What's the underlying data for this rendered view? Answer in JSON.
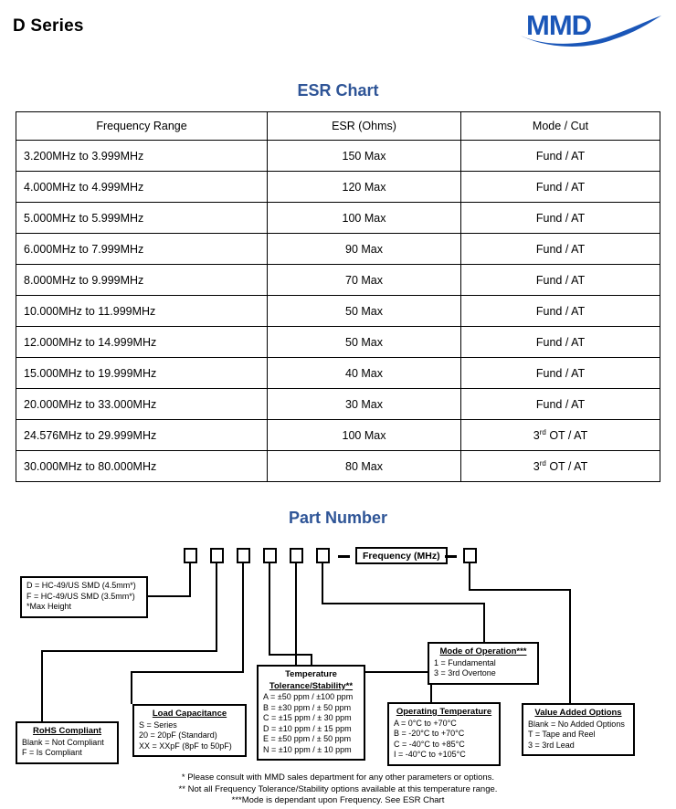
{
  "header": {
    "title": "D Series",
    "logo_text": "MMD",
    "logo_color": "#1a56b8"
  },
  "sections": {
    "esr_heading": "ESR Chart",
    "part_number_heading": "Part Number",
    "heading_color": "#2f5597"
  },
  "esr_table": {
    "columns": [
      "Frequency Range",
      "ESR (Ohms)",
      "Mode / Cut"
    ],
    "rows": [
      {
        "frequency": "3.200MHz to 3.999MHz",
        "esr": "150 Max",
        "mode": "Fund / AT",
        "mode_sup": ""
      },
      {
        "frequency": "4.000MHz to 4.999MHz",
        "esr": "120 Max",
        "mode": "Fund / AT",
        "mode_sup": ""
      },
      {
        "frequency": "5.000MHz to 5.999MHz",
        "esr": "100 Max",
        "mode": "Fund / AT",
        "mode_sup": ""
      },
      {
        "frequency": "6.000MHz to 7.999MHz",
        "esr": "90 Max",
        "mode": "Fund / AT",
        "mode_sup": ""
      },
      {
        "frequency": "8.000MHz to 9.999MHz",
        "esr": "70 Max",
        "mode": "Fund / AT",
        "mode_sup": ""
      },
      {
        "frequency": "10.000MHz to 11.999MHz",
        "esr": "50 Max",
        "mode": "Fund / AT",
        "mode_sup": ""
      },
      {
        "frequency": "12.000MHz to 14.999MHz",
        "esr": "50 Max",
        "mode": "Fund / AT",
        "mode_sup": ""
      },
      {
        "frequency": "15.000MHz to 19.999MHz",
        "esr": "40 Max",
        "mode": "Fund / AT",
        "mode_sup": ""
      },
      {
        "frequency": "20.000MHz to 33.000MHz",
        "esr": "30 Max",
        "mode": "Fund / AT",
        "mode_sup": ""
      },
      {
        "frequency": "24.576MHz to 29.999MHz",
        "esr": "100 Max",
        "mode": "3",
        "mode_sup": "rd",
        "mode_tail": " OT / AT"
      },
      {
        "frequency": "30.000MHz to 80.000MHz",
        "esr": "80 Max",
        "mode": "3",
        "mode_sup": "rd",
        "mode_tail": " OT / AT"
      }
    ]
  },
  "part_number": {
    "frequency_box": "Frequency (MHz)",
    "separator": "—",
    "slots": [
      "",
      "",
      "",
      "",
      "",
      "",
      ""
    ],
    "callouts": {
      "package": {
        "lines": [
          "D = HC-49/US SMD (4.5mm*)",
          "F = HC-49/US SMD (3.5mm*)",
          "*Max Height"
        ]
      },
      "rohs": {
        "title": "RoHS Compliant",
        "lines": [
          "Blank = Not Compliant",
          "F = Is Compliant"
        ]
      },
      "load_capacitance": {
        "title": "Load Capacitance",
        "lines": [
          "S  = Series",
          "20  = 20pF (Standard)",
          "XX = XXpF (8pF to 50pF)"
        ]
      },
      "temperature_tolerance": {
        "title_line1": "Temperature",
        "title_line2": "Tolerance/Stability**",
        "lines": [
          "A = ±50 ppm / ±100 ppm",
          "B = ±30 ppm / ±  50 ppm",
          "C = ±15 ppm / ±  30 ppm",
          "D = ±10 ppm / ±  15 ppm",
          "E = ±50 ppm / ±  50 ppm",
          "N = ±10 ppm / ±  10 ppm"
        ]
      },
      "operating_temperature": {
        "title": "Operating Temperature",
        "lines": [
          "A =   0°C to +70°C",
          "B = -20°C to +70°C",
          "C = -40°C to +85°C",
          "I  = -40°C to +105°C"
        ]
      },
      "mode_of_operation": {
        "title": "Mode of Operation***",
        "lines": [
          "1 = Fundamental",
          "3 = 3rd Overtone"
        ]
      },
      "value_added_options": {
        "title": "Value Added Options",
        "lines": [
          "Blank = No Added Options",
          "T = Tape and Reel",
          "3 = 3rd Lead"
        ]
      }
    }
  },
  "footnotes": [
    "* Please consult with MMD sales department for any other parameters or options.",
    "** Not all Frequency Tolerance/Stability options available at this temperature range.",
    "***Mode is dependant upon Frequency. See ESR Chart"
  ]
}
